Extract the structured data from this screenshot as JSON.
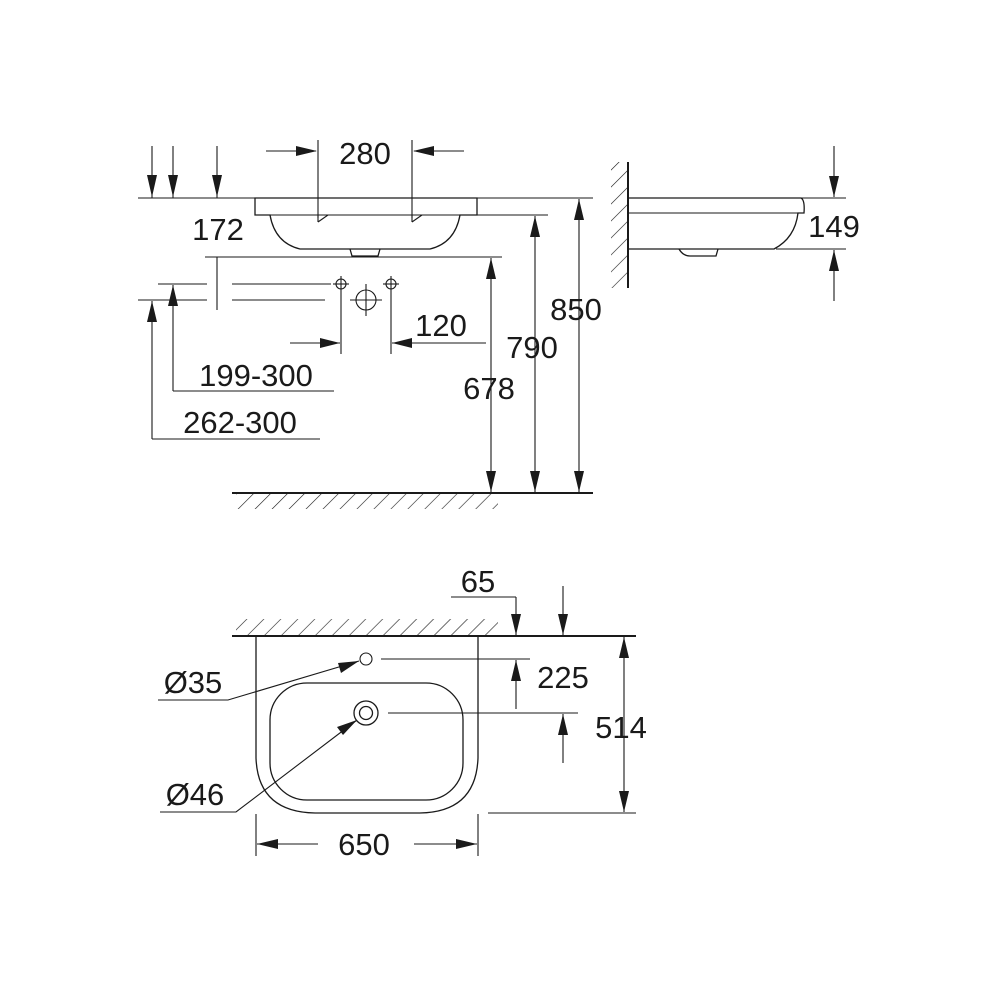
{
  "drawing": {
    "front_view": {
      "d_tap_spacing": "280",
      "d_rim_depth": "172",
      "d_valve_spacing": "120",
      "d_waste_height_1": "199-300",
      "d_waste_height_2": "262-300",
      "d_floor_to_tap": "678",
      "d_floor_to_rim": "790",
      "d_floor_to_top": "850"
    },
    "side_view": {
      "d_depth": "149"
    },
    "top_view": {
      "d_tap_hole_offset": "65",
      "d_tap_hole_dia": "Ø35",
      "d_tap_to_waste": "225",
      "d_waste_dia": "Ø46",
      "d_total_depth": "514",
      "d_width": "650"
    }
  }
}
